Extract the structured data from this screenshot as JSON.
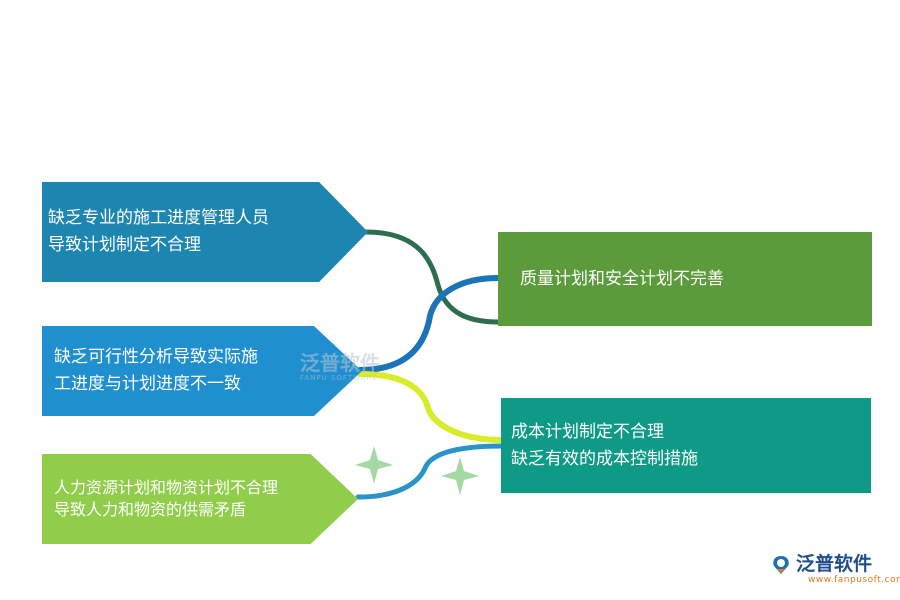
{
  "diagram": {
    "left_boxes": [
      {
        "lines": [
          "缺乏专业的施工进度管理人员",
          "导致计划制定不合理"
        ],
        "color": "#1d86b0"
      },
      {
        "lines": [
          "缺乏可行性分析导致实际施",
          "工进度与计划进度不一致"
        ],
        "color": "#1f8fd0"
      },
      {
        "lines": [
          "人力资源计划和物资计划不合理",
          "导致人力和物资的供需矛盾"
        ],
        "color": "#8fcd4a"
      }
    ],
    "right_boxes": [
      {
        "lines": [
          "质量计划和安全计划不完善"
        ],
        "color": "#5b9b3c"
      },
      {
        "lines": [
          "成本计划制定不合理",
          "缺乏有效的成本控制措施"
        ],
        "color": "#0e9a86"
      }
    ],
    "connector_colors": [
      "#2d6e4e",
      "#1b74b8",
      "#d9ec2a",
      "#2a93c9"
    ],
    "sparkle_color": "#a5d8a5"
  },
  "watermark": {
    "title": "泛普软件",
    "subtitle": "FANPU SOFTWARE"
  },
  "logo": {
    "title": "泛普软件",
    "url": "www.fanpusoft.com"
  }
}
